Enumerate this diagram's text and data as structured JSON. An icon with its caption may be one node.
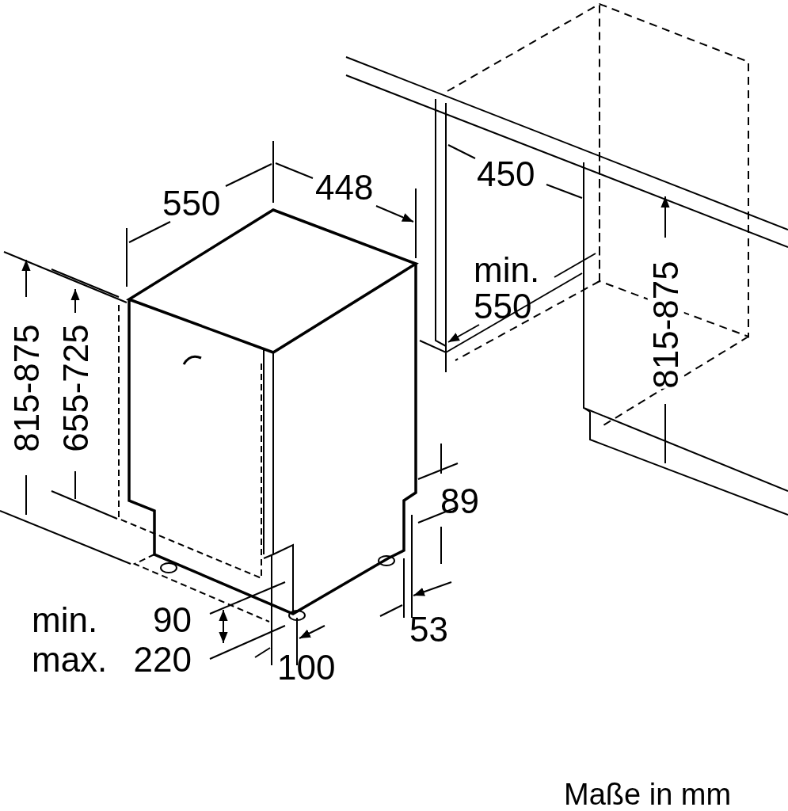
{
  "diagram": {
    "labels": [
      "550",
      "448",
      "450",
      "min. 550",
      "815-875",
      "655-725",
      "815-875",
      "89",
      "min. 90",
      "max. 220",
      "53",
      "100",
      "Maße in mm"
    ]
  }
}
